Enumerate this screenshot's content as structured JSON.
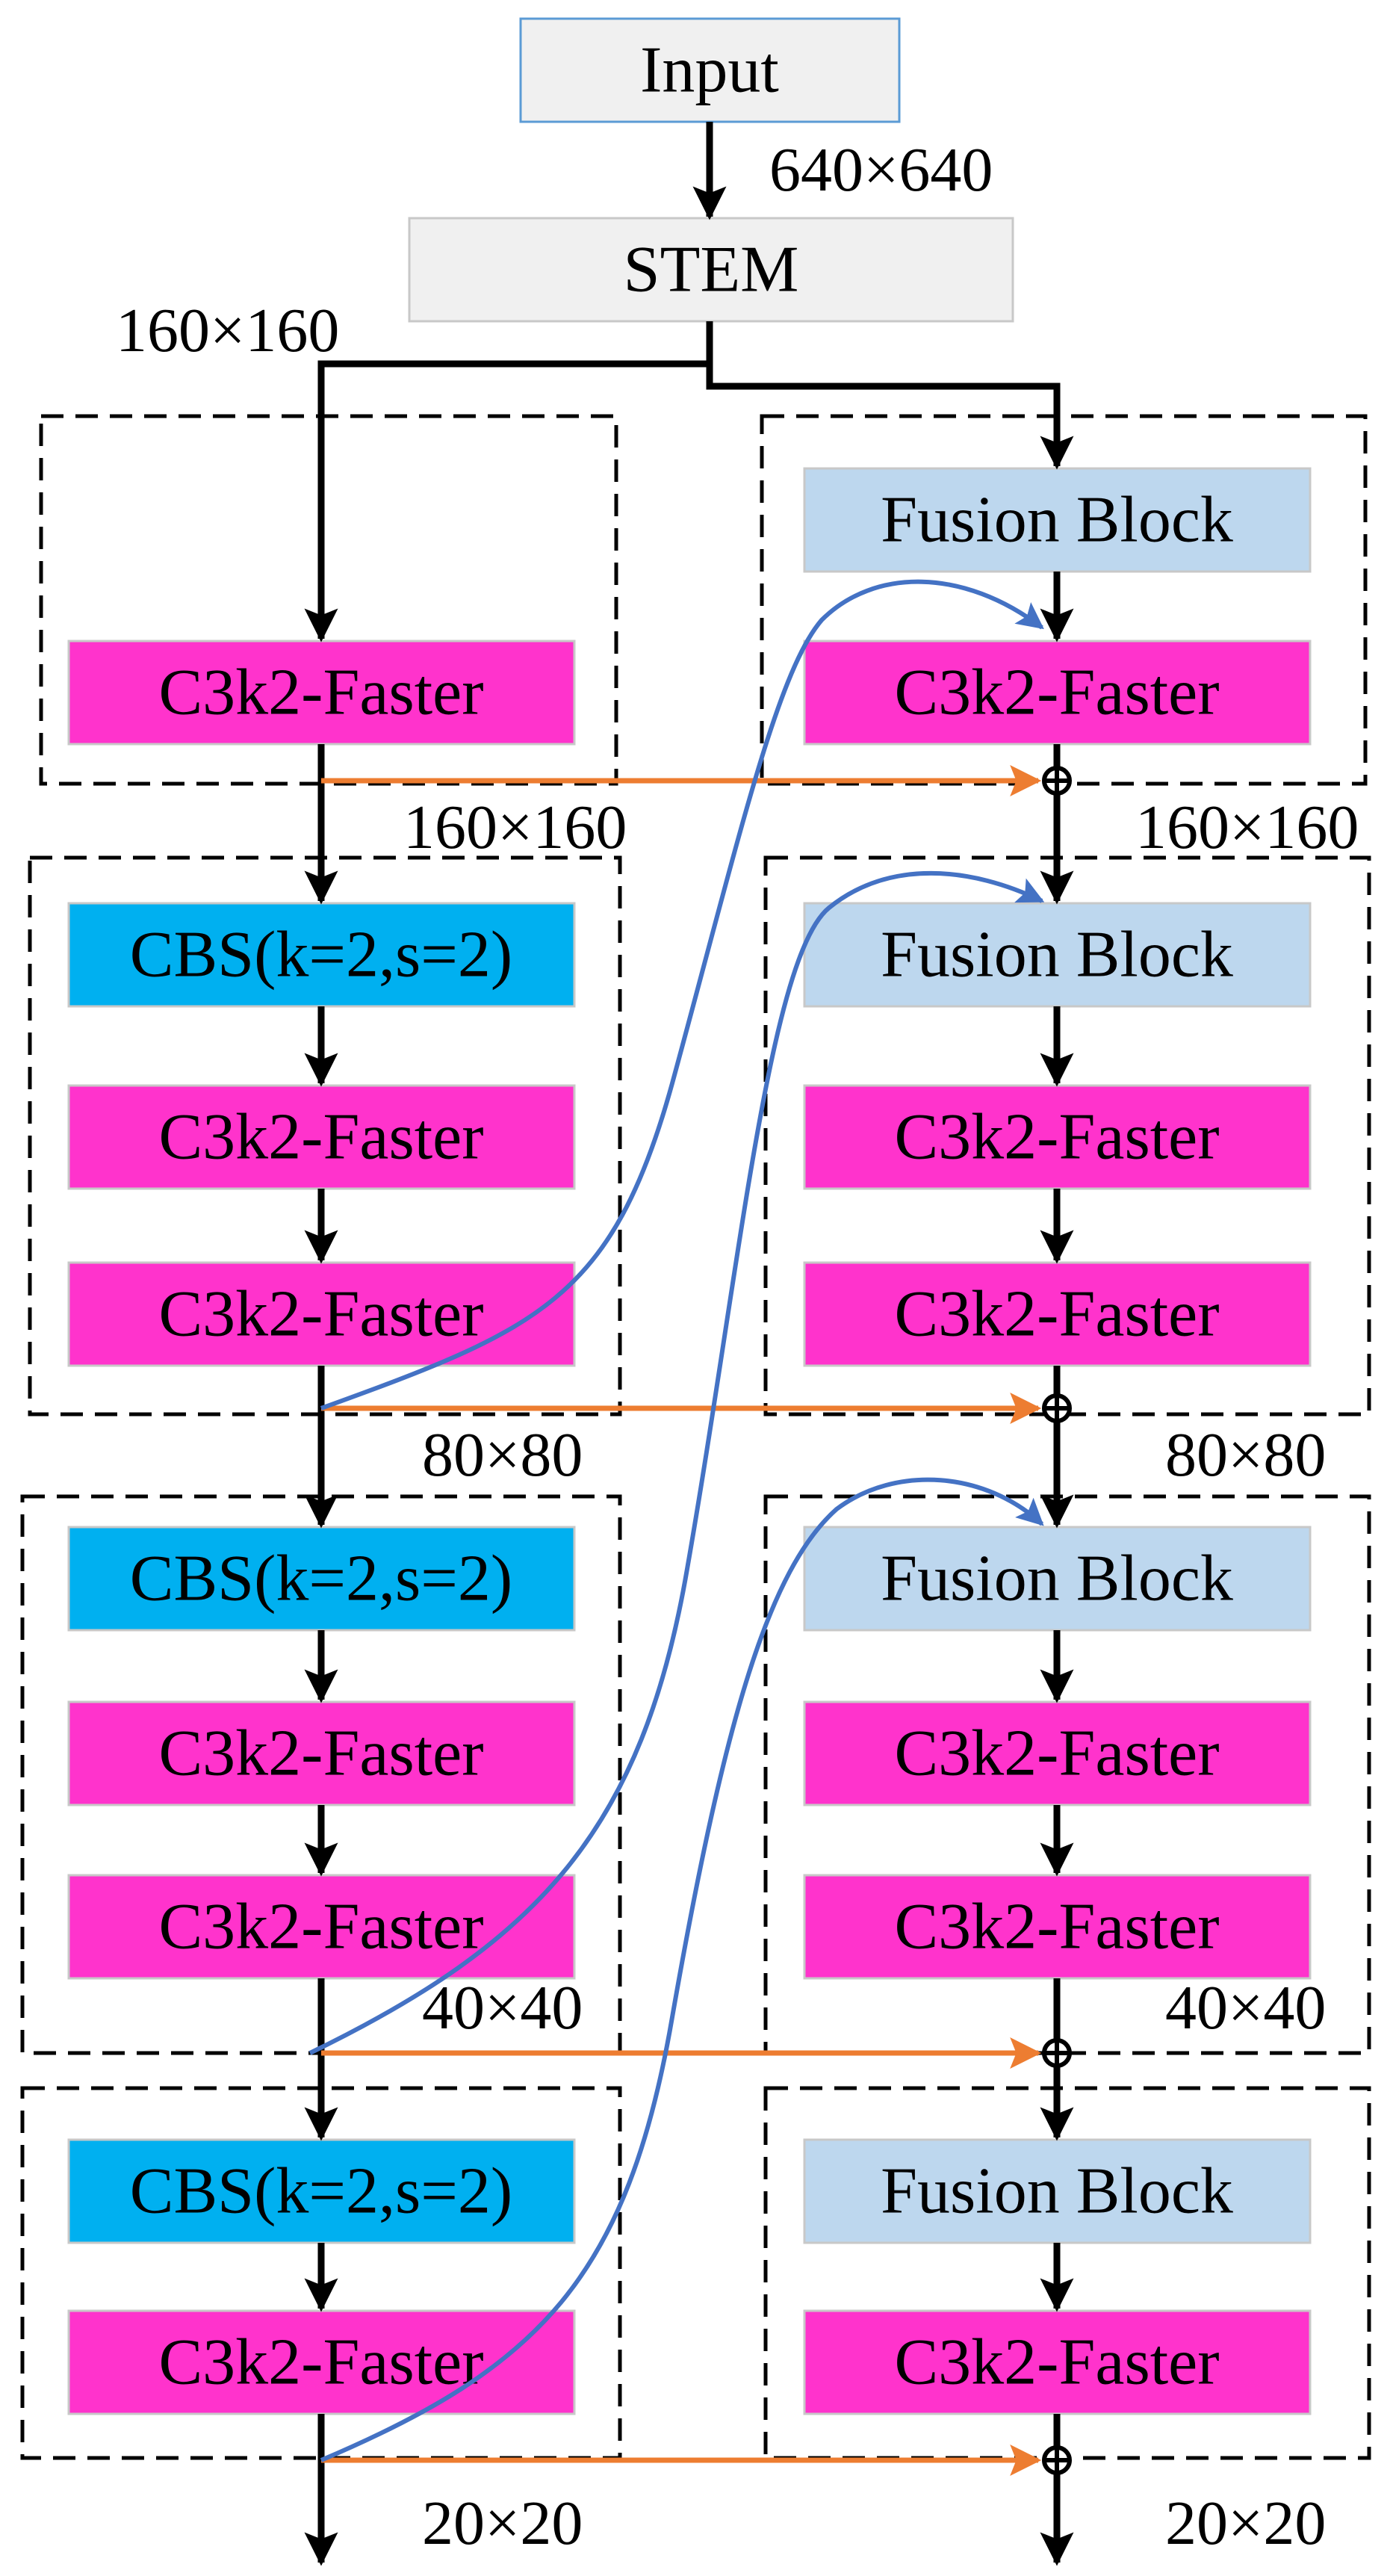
{
  "colors": {
    "input_fill": "#f0f0f0",
    "input_border": "#5b9bd5",
    "stem_fill": "#f0f0f0",
    "stem_border": "#c8c8c8",
    "c3k2_fill": "#ff33cc",
    "cbs_fill": "#00b0f0",
    "fusion_fill": "#bdd7ee",
    "arrow_black": "#000000",
    "arrow_orange": "#ed7d31",
    "curve_blue": "#4472c4",
    "stage_border": "#000000"
  },
  "blocks": {
    "input": "Input",
    "stem": "STEM",
    "c3k2": "C3k2-Faster",
    "cbs": "CBS(k=2,s=2)",
    "fusion": "Fusion Block"
  },
  "resolutions": {
    "input": "640×640",
    "stem_out": "160×160",
    "stage1": "160×160",
    "stage1_right": "160×160",
    "stage2": "80×80",
    "stage2_right": "80×80",
    "stage3": "40×40",
    "stage3_right": "40×40",
    "stage4": "20×20",
    "stage4_right": "20×20"
  }
}
